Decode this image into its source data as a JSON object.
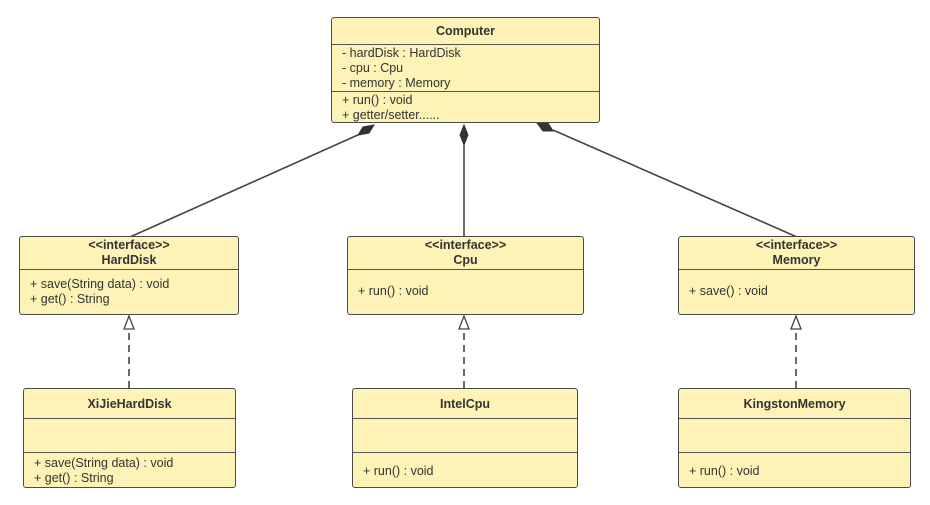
{
  "classes": {
    "computer": {
      "name": "Computer",
      "attributes": [
        "- hardDisk : HardDisk",
        "- cpu : Cpu",
        "- memory : Memory"
      ],
      "methods": [
        "+ run() : void",
        "+ getter/setter......"
      ]
    },
    "harddisk": {
      "stereotype": "<<interface>>",
      "name": "HardDisk",
      "methods": [
        "+ save(String data) : void",
        "+ get() : String"
      ]
    },
    "cpu": {
      "stereotype": "<<interface>>",
      "name": "Cpu",
      "methods": [
        "+ run() : void"
      ]
    },
    "memory": {
      "stereotype": "<<interface>>",
      "name": "Memory",
      "methods": [
        "+ save() : void"
      ]
    },
    "xijie": {
      "name": "XiJieHardDisk",
      "methods": [
        "+ save(String data) : void",
        "+ get() : String"
      ]
    },
    "intel": {
      "name": "IntelCpu",
      "methods": [
        "+ run() : void"
      ]
    },
    "kingston": {
      "name": "KingstonMemory",
      "methods": [
        "+ run() : void"
      ]
    }
  },
  "relations": [
    {
      "type": "composition",
      "whole": "Computer",
      "part": "HardDisk"
    },
    {
      "type": "composition",
      "whole": "Computer",
      "part": "Cpu"
    },
    {
      "type": "composition",
      "whole": "Computer",
      "part": "Memory"
    },
    {
      "type": "realization",
      "from": "XiJieHardDisk",
      "to": "HardDisk"
    },
    {
      "type": "realization",
      "from": "IntelCpu",
      "to": "Cpu"
    },
    {
      "type": "realization",
      "from": "KingstonMemory",
      "to": "Memory"
    }
  ],
  "colors": {
    "class_fill": "#fdf3b7",
    "border": "#4a4a4a",
    "line": "#444444"
  }
}
